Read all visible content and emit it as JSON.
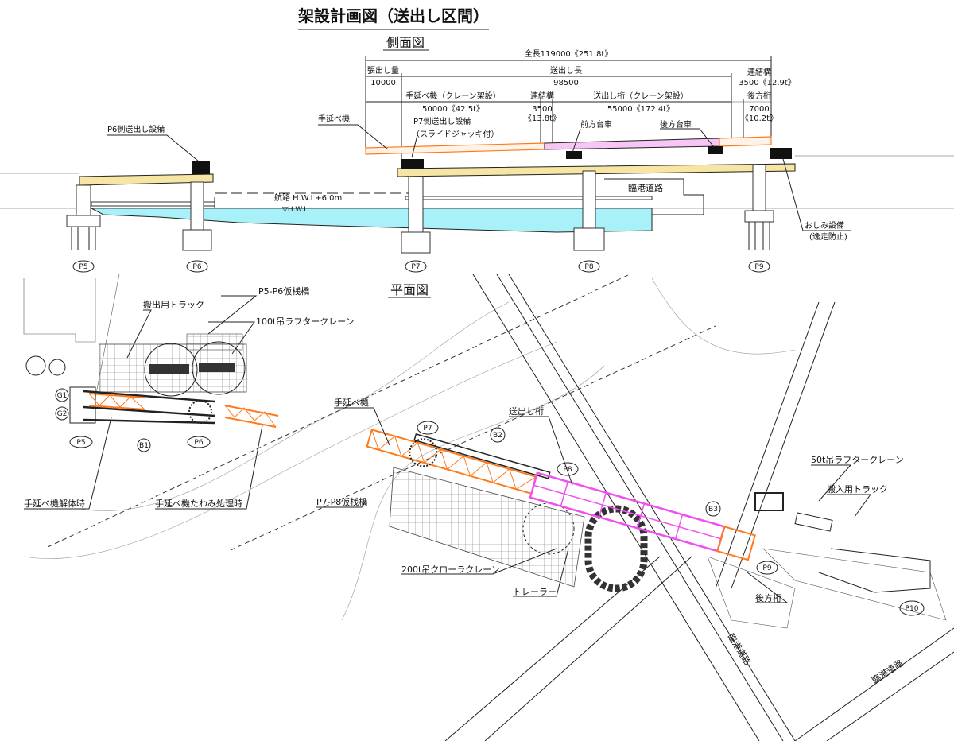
{
  "title": "架設計画図（送出し区間）",
  "side_view": {
    "heading": "側面図",
    "dims": {
      "total": "全長119000《251.8t》",
      "overhang_label": "張出し量",
      "overhang_value": "10000",
      "launch_length_label": "送出し長",
      "launch_length_value": "98500",
      "connector_right_label": "連結構",
      "connector_right_value": "3500《12.9t》",
      "nose_label": "手延べ機（クレーン架設）",
      "nose_value": "50000《42.5t》",
      "connector_label": "連結構",
      "connector_value": "3500",
      "connector_weight": "《13.8t》",
      "girder_label": "送出し桁（クレーン架設）",
      "girder_value": "55000《172.4t》",
      "rear_label": "後方桁",
      "rear_value": "7000",
      "rear_weight": "《10.2t》"
    },
    "labels": {
      "p6_equipment": "P6側送出し設備",
      "nose": "手延べ機",
      "p7_equipment": "P7側送出し設備",
      "p7_equipment_sub": "（スライドジャッキ付）",
      "front_dolly": "前方台車",
      "rear_dolly": "後方台車",
      "channel": "航路 H.W.L+6.0m",
      "hwl": "▽H.W.L",
      "road": "臨港道路",
      "restraint": "おしみ設備",
      "restraint_sub": "(逸走防止)"
    },
    "piers": [
      "P5",
      "P6",
      "P7",
      "P8",
      "P9"
    ]
  },
  "plan_view": {
    "heading": "平面図",
    "labels": {
      "truck_out": "搬出用トラック",
      "p5p6_trestle": "P5-P6仮桟橋",
      "crane100": "100t吊ラフタークレーン",
      "nose_dismantle": "手延べ機解体時",
      "nose_deflection": "手延べ機たわみ処理時",
      "nose": "手延べ機",
      "launch_girder": "送出し桁",
      "crane50": "50t吊ラフタークレーン",
      "truck_in": "搬入用トラック",
      "p7p8_trestle": "P7-P8仮桟橋",
      "crawler200": "200t吊クローラクレーン",
      "trailer": "トレーラー",
      "rear_girder": "後方桁",
      "road1": "臨港道路",
      "road2": "臨港道路"
    },
    "markers": {
      "g1": "G1",
      "g2": "G2",
      "p5": "P5",
      "b1": "B1",
      "p6": "P6",
      "p7": "P7",
      "b2": "B2",
      "p8": "P8",
      "b3": "B3",
      "p9": "P9",
      "p10": "P10"
    }
  },
  "colors": {
    "nose": "#ff7a1a",
    "girder": "#f050f0",
    "deck": "#f6e5a3",
    "water": "#a9f1f8"
  }
}
